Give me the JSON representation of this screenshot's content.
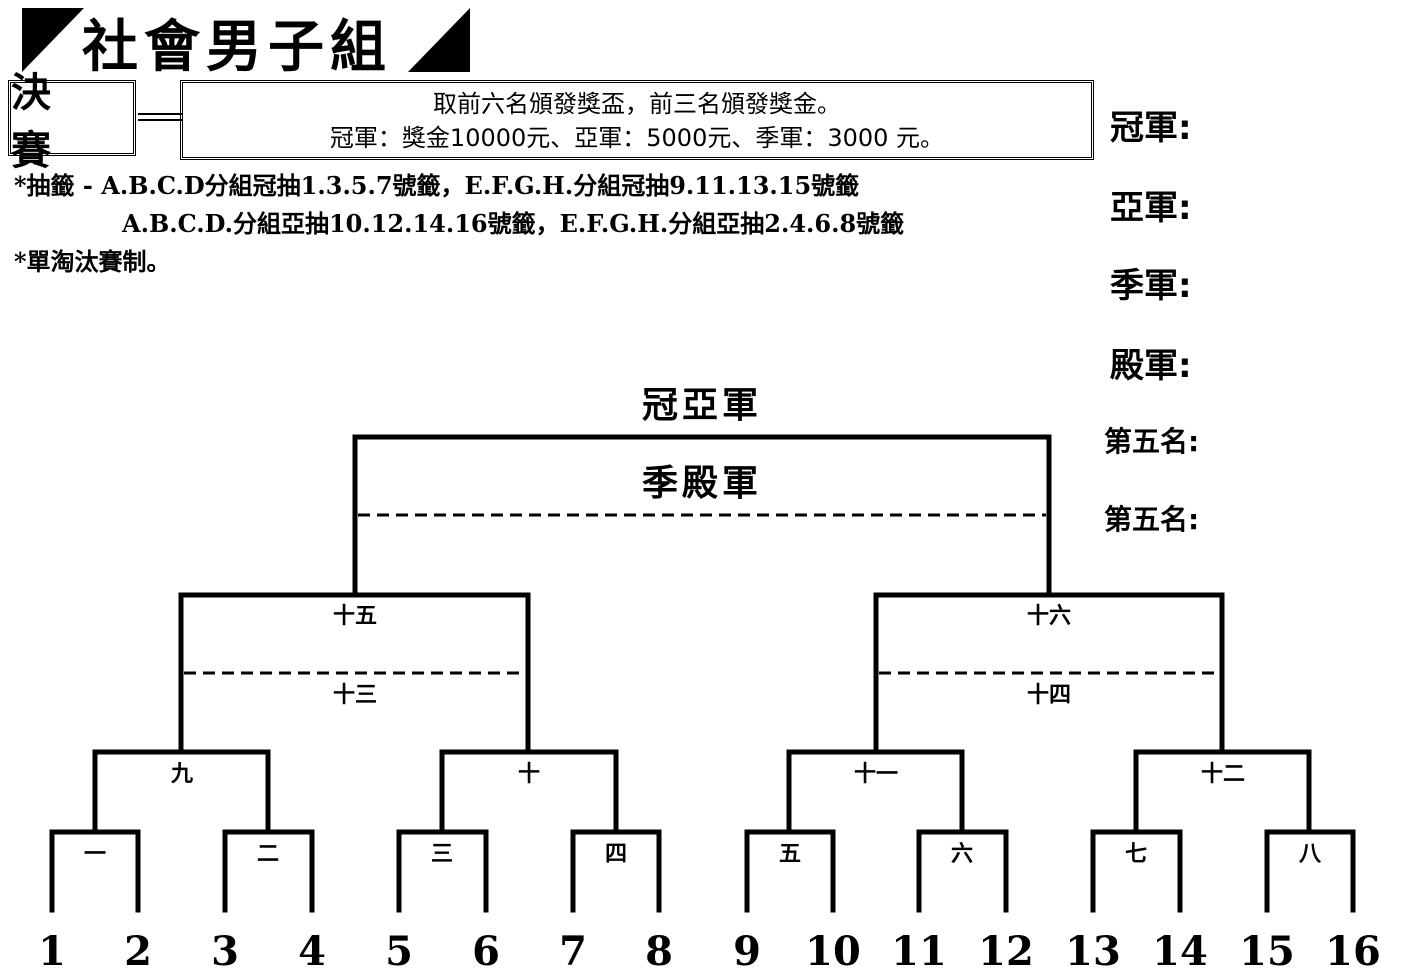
{
  "title": "社會男子組",
  "stage_label": "決 賽",
  "prize": {
    "line1": "取前六名頒發獎盃，前三名頒發獎金。",
    "line2": "冠軍：獎金10000元、亞軍：5000元、季軍：3000 元。"
  },
  "notes": {
    "draw_line1": "*抽籤 - A.B.C.D分組冠抽1.3.5.7號籤，E.F.G.H.分組冠抽9.11.13.15號籤",
    "draw_line2": "A.B.C.D.分組亞抽10.12.14.16號籤，E.F.G.H.分組亞抽2.4.6.8號籤",
    "format": "*單淘汰賽制。"
  },
  "ranks": [
    "冠軍:",
    "亞軍:",
    "季軍:",
    "殿軍:",
    "第五名:",
    "第五名:"
  ],
  "finals": {
    "championship": "冠亞軍",
    "third_place": "季殿軍"
  },
  "semifinals": {
    "left_win": "十五",
    "left_lose": "十三",
    "right_win": "十六",
    "right_lose": "十四"
  },
  "quarterfinals": [
    "九",
    "十",
    "十一",
    "十二"
  ],
  "round1": [
    "一",
    "二",
    "三",
    "四",
    "五",
    "六",
    "七",
    "八"
  ],
  "seeds": [
    "1",
    "2",
    "3",
    "4",
    "5",
    "6",
    "7",
    "8",
    "9",
    "10",
    "11",
    "12",
    "13",
    "14",
    "15",
    "16"
  ]
}
